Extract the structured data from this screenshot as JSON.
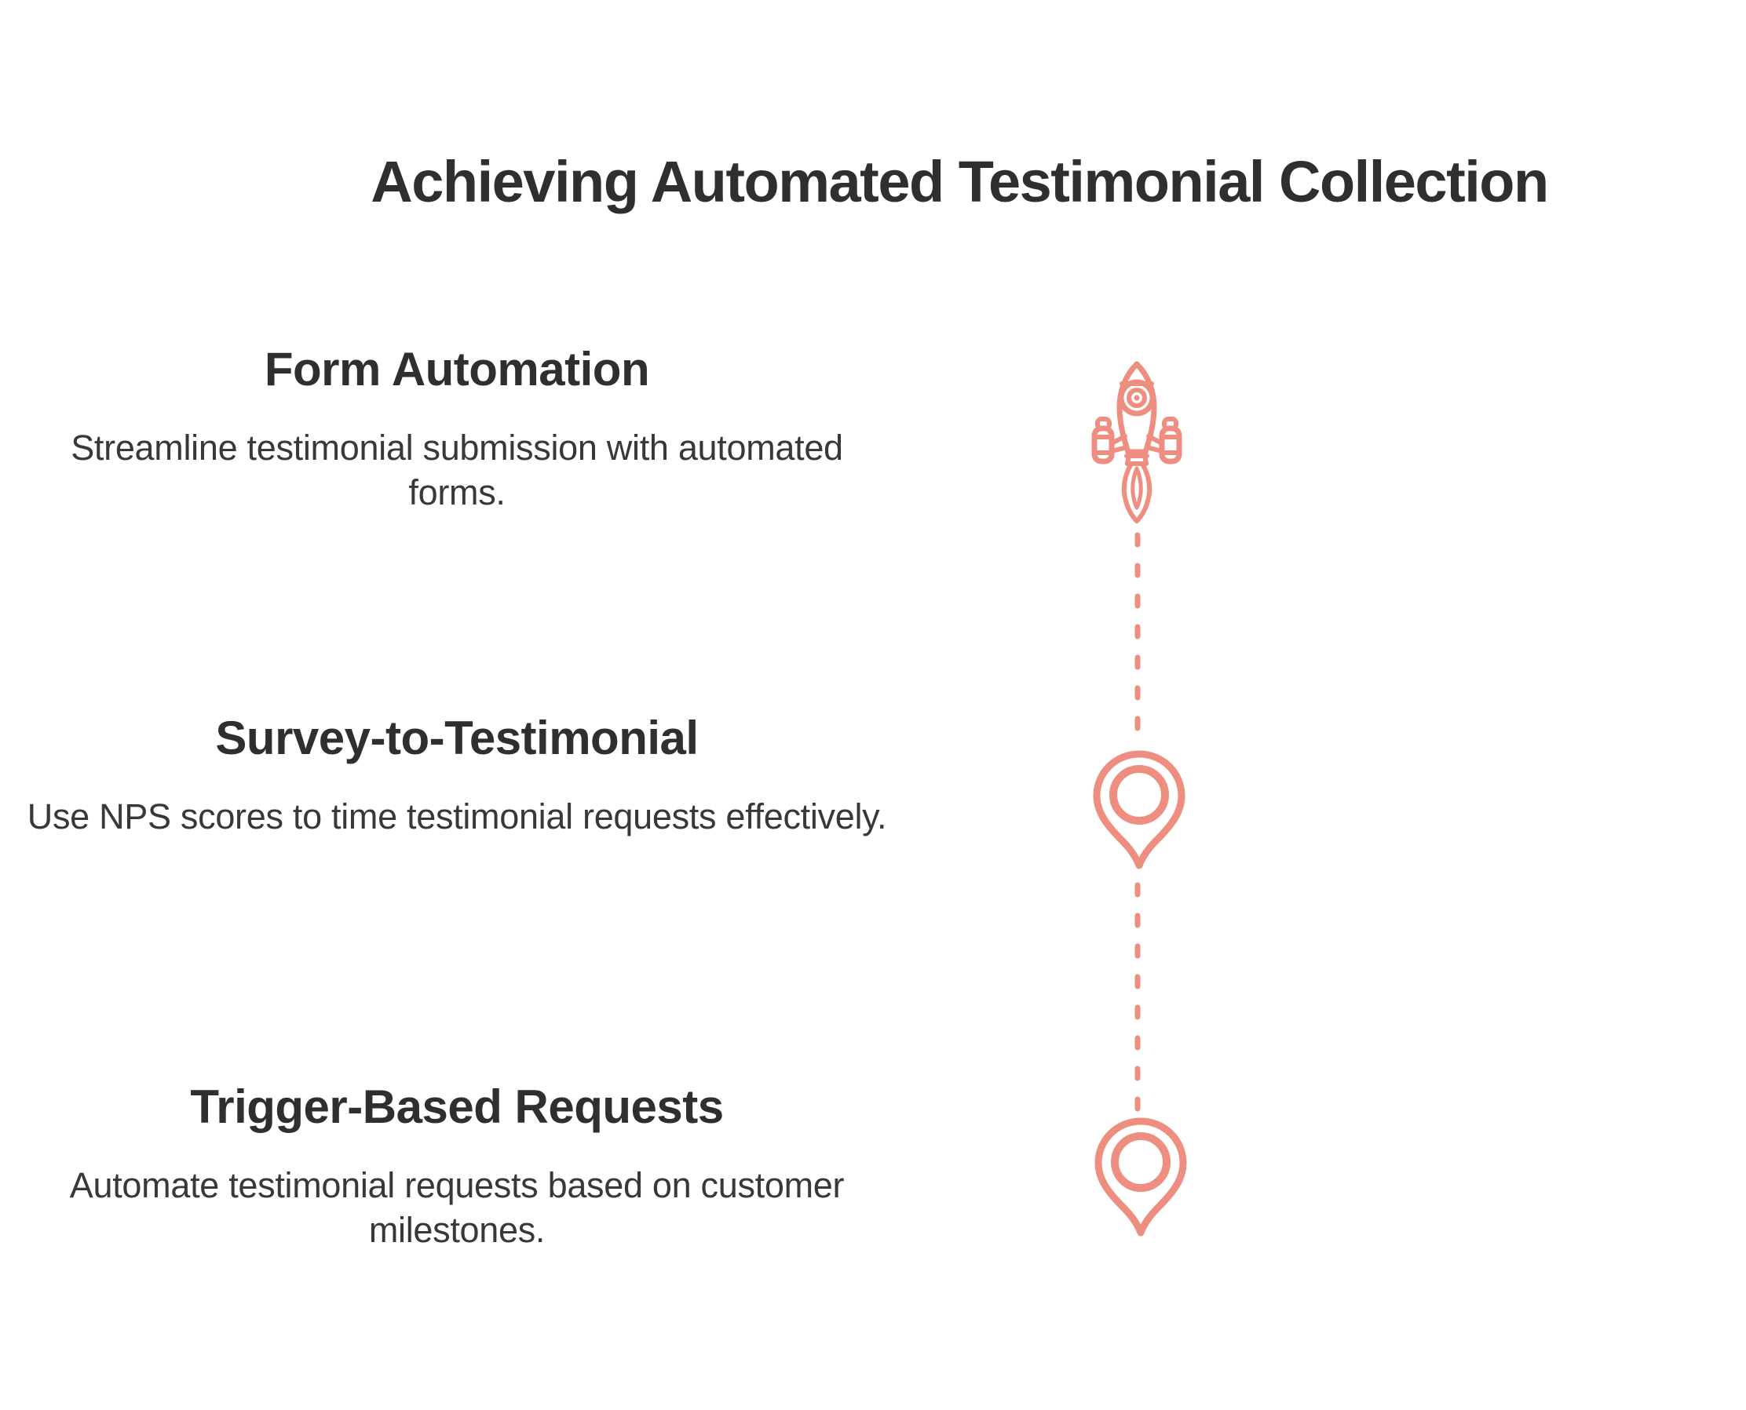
{
  "title": "Achieving Automated Testimonial Collection",
  "colors": {
    "accent": "#ED8E80",
    "text": "#2F2F2F",
    "background": "#FFFFFF"
  },
  "steps": [
    {
      "heading": "Form Automation",
      "description": "Streamline testimonial submission with automated forms.",
      "icon": "rocket-icon"
    },
    {
      "heading": "Survey-to-Testimonial",
      "description": "Use NPS scores to time testimonial requests effectively.",
      "icon": "map-pin-icon"
    },
    {
      "heading": "Trigger-Based Requests",
      "description": "Automate testimonial requests based on customer milestones.",
      "icon": "map-pin-icon"
    }
  ]
}
